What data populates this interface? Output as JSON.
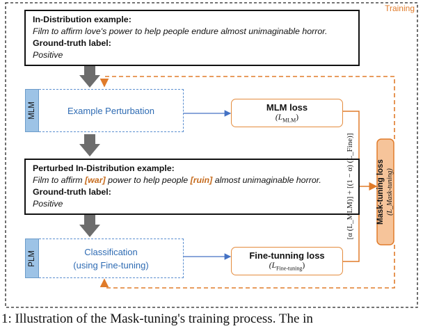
{
  "training_label": "Training",
  "example_in": {
    "title": "In-Distribution example:",
    "sentence": "Film to affirm love's power to help people endure almost unimaginable horror.",
    "gt_title": "Ground-truth label:",
    "gt_value": "Positive"
  },
  "example_perturbed": {
    "title": "Perturbed In-Distribution example:",
    "sentence_part1": "Film to affirm ",
    "mask1": "[war]",
    "sentence_part2": " power to help people ",
    "mask2": "[ruin]",
    "sentence_part3": " almost unimaginable horror.",
    "gt_title": "Ground-truth label:",
    "gt_value": "Positive"
  },
  "mlm_tag": "MLM",
  "plm_tag": "PLM",
  "perturbation_label": "Example Perturbation",
  "classification_label_line1": "Classification",
  "classification_label_line2": "(using Fine-tuning)",
  "mlm_loss": {
    "title": "MLM loss",
    "symbol": "(L",
    "subscript": "MLM",
    "close": ")"
  },
  "finetune_loss": {
    "title": "Fine-tunning loss",
    "symbol": "(L",
    "subscript": "Fine-tuning",
    "close": ")"
  },
  "combined_formula": "[α (L_MLM)] + [(1 − α) (L_Fine)]",
  "mask_tuning_loss": {
    "title": "Mask-tuning loss",
    "symbol": "(L_Mask-tuning)"
  },
  "caption": "1: Illustration of the Mask-tuning's training process. The in",
  "colors": {
    "orange": "#e07b2a",
    "blue": "#4472c4",
    "tag_fill": "#9dc3e6",
    "loss_fill": "#f6c49a",
    "gray_arrow": "#6d6d6d"
  }
}
